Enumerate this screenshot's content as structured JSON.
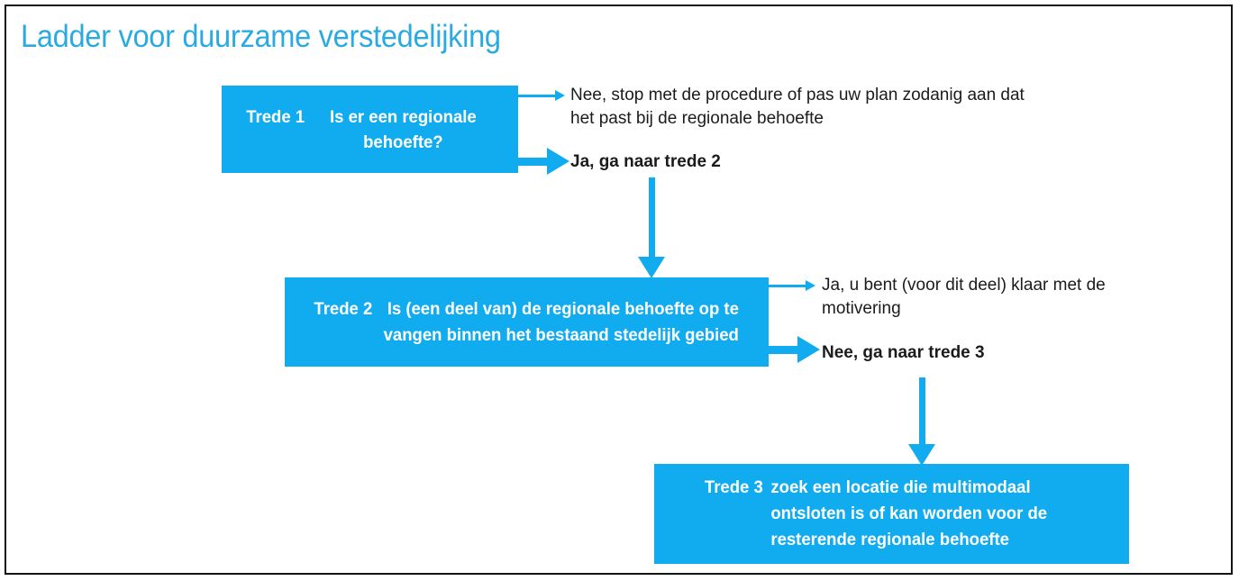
{
  "diagram": {
    "title": "Ladder voor duurzame verstedelijking",
    "accent_color": "#11ACEF",
    "title_color": "#2BAAE2",
    "border_color": "#141414",
    "text_color": "#1b1b1b",
    "background": "#ffffff"
  },
  "steps": [
    {
      "id": "trede-1",
      "label": "Trede 1",
      "text": "Is er een regionale behoefte?"
    },
    {
      "id": "trede-2",
      "label": "Trede 2",
      "text": "Is (een deel van) de regionale behoefte op te vangen binnen het bestaand stedelijk gebied"
    },
    {
      "id": "trede-3",
      "label": "Trede 3",
      "text": "zoek een locatie die multimodaal ontsloten is of kan worden voor de resterende regionale behoefte"
    }
  ],
  "outcomes": [
    {
      "id": "trede-1-nee",
      "from": "trede-1",
      "emphasis": "normal",
      "text": "Nee, stop met de procedure of pas uw plan zodanig aan dat het past bij de regionale behoefte"
    },
    {
      "id": "trede-1-ja",
      "from": "trede-1",
      "emphasis": "bold",
      "text": "Ja, ga naar trede 2"
    },
    {
      "id": "trede-2-ja",
      "from": "trede-2",
      "emphasis": "normal",
      "text": "Ja, u bent (voor dit deel) klaar met de motivering"
    },
    {
      "id": "trede-2-nee",
      "from": "trede-2",
      "emphasis": "bold",
      "text": "Nee, ga naar trede 3"
    }
  ],
  "connectors": [
    {
      "id": "arrow-trede1-nee",
      "kind": "arrow-right-thin-icon"
    },
    {
      "id": "arrow-trede1-ja",
      "kind": "arrow-right-thick-icon"
    },
    {
      "id": "arrow-trede1-to-trede2",
      "kind": "arrow-down-icon"
    },
    {
      "id": "arrow-trede2-ja",
      "kind": "arrow-right-thin-icon"
    },
    {
      "id": "arrow-trede2-nee",
      "kind": "arrow-right-thick-icon"
    },
    {
      "id": "arrow-trede2-to-trede3",
      "kind": "arrow-down-icon"
    }
  ]
}
